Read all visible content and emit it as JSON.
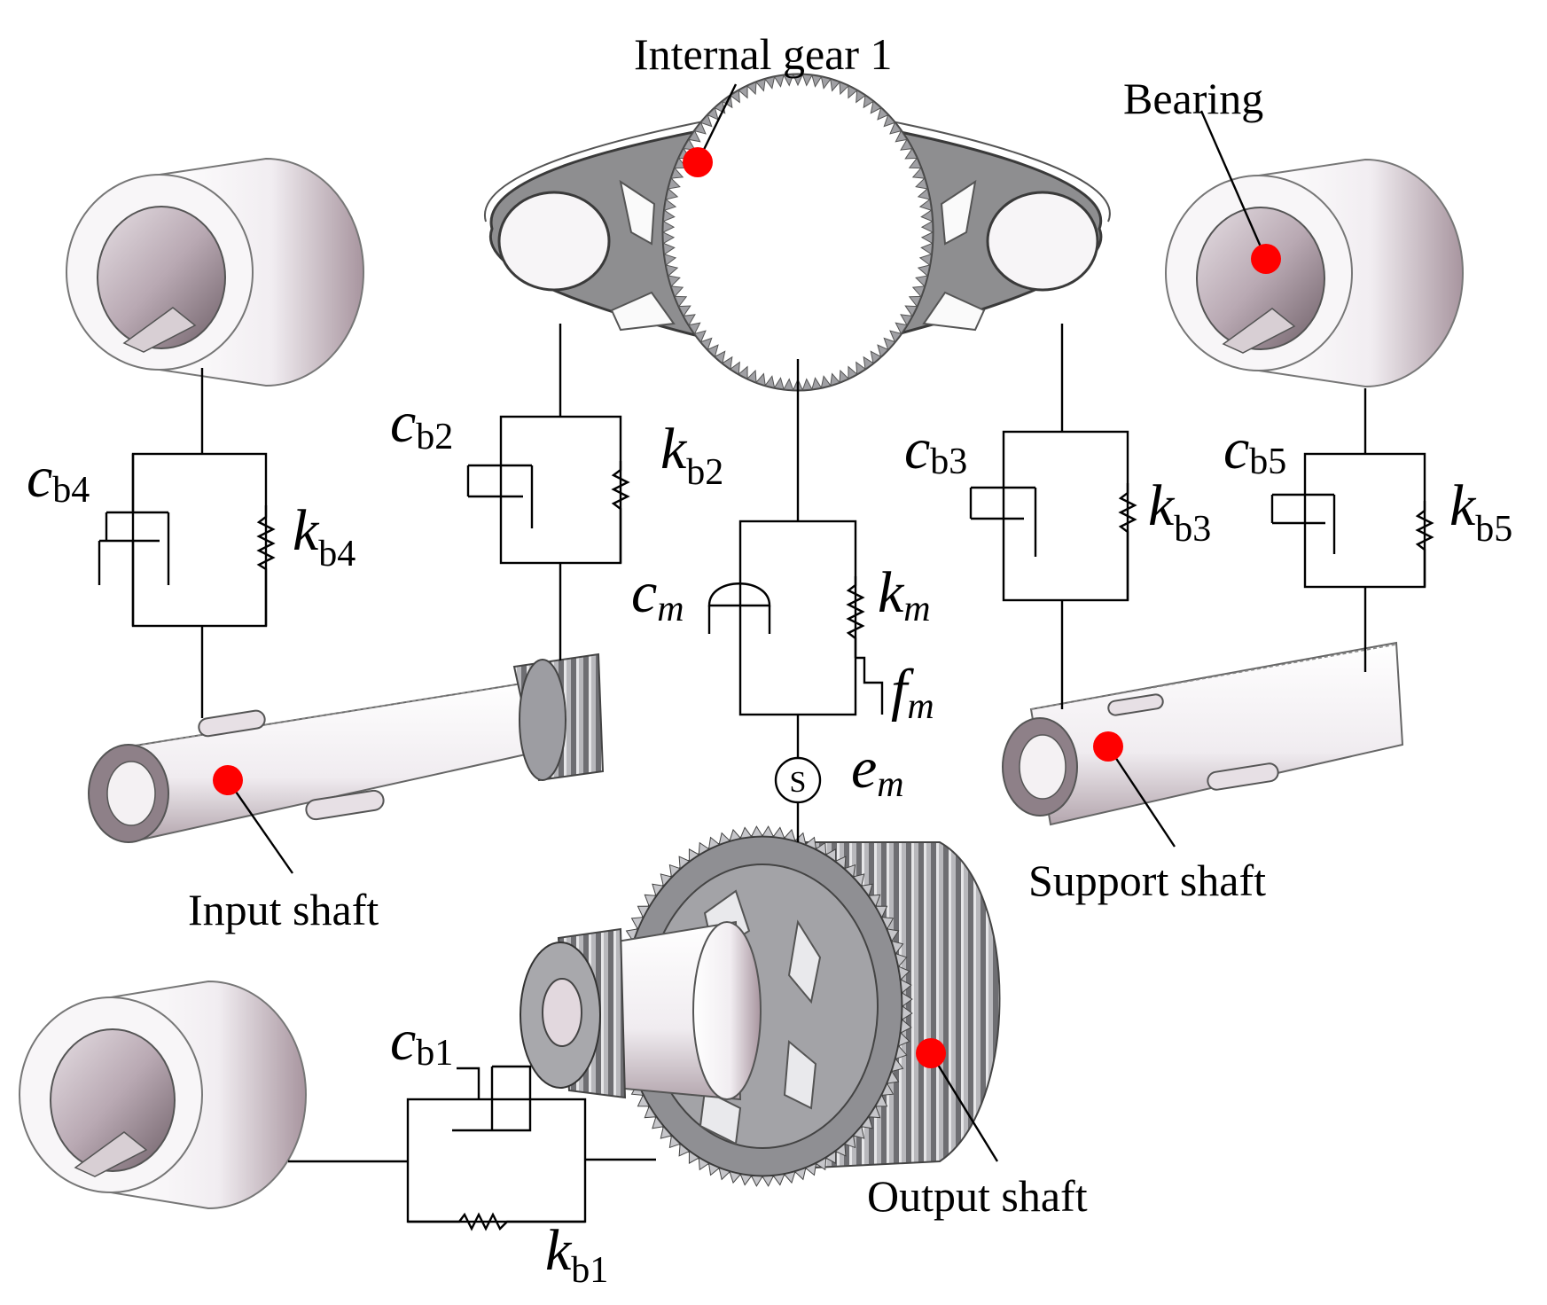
{
  "labels": {
    "internal_gear": "Internal gear 1",
    "bearing": "Bearing",
    "input_shaft": "Input shaft",
    "support_shaft": "Support shaft",
    "output_shaft": "Output shaft",
    "sensor_symbol": "S"
  },
  "symbols": {
    "cb1": {
      "base": "c",
      "sub": "b1"
    },
    "kb1": {
      "base": "k",
      "sub": "b1"
    },
    "cb2": {
      "base": "c",
      "sub": "b2"
    },
    "kb2": {
      "base": "k",
      "sub": "b2"
    },
    "cb3": {
      "base": "c",
      "sub": "b3"
    },
    "kb3": {
      "base": "k",
      "sub": "b3"
    },
    "cb4": {
      "base": "c",
      "sub": "b4"
    },
    "kb4": {
      "base": "k",
      "sub": "b4"
    },
    "cb5": {
      "base": "c",
      "sub": "b5"
    },
    "kb5": {
      "base": "k",
      "sub": "b5"
    },
    "cm": {
      "base": "c",
      "sub": "m"
    },
    "km": {
      "base": "k",
      "sub": "m"
    },
    "fm": {
      "base": "f",
      "sub": "m"
    },
    "em": {
      "base": "e",
      "sub": "m"
    }
  },
  "colors": {
    "marker": "#ff0000",
    "metal_light": "#f4f1f5",
    "metal_dark": "#8a7c86",
    "gear_grey": "#9a9a9a",
    "line": "#000000"
  }
}
